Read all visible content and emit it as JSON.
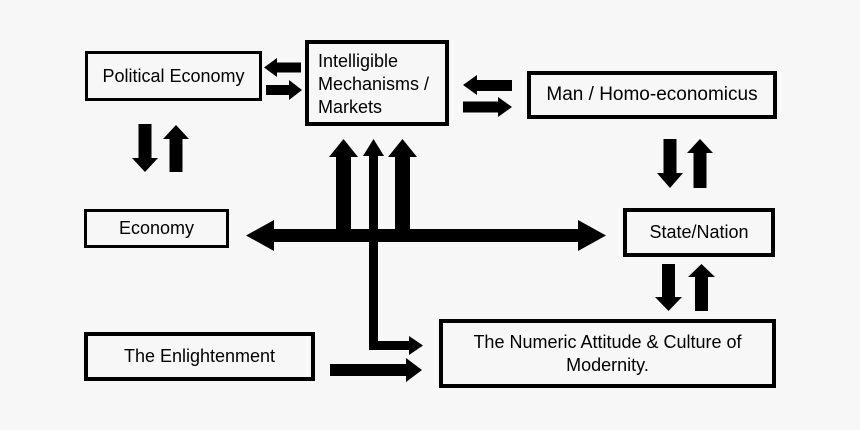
{
  "colors": {
    "background": "#f7f7f7",
    "ink": "#000000"
  },
  "nodes": {
    "political_economy": {
      "label": "Political Economy"
    },
    "intelligible_mechanisms": {
      "label": "Intelligible Mechanisms / Markets"
    },
    "man_homo_economicus": {
      "label": "Man / Homo-economicus"
    },
    "economy": {
      "label": "Economy"
    },
    "state_nation": {
      "label": "State/Nation"
    },
    "enlightenment": {
      "label": "The Enlightenment"
    },
    "numeric_attitude": {
      "label": "The Numeric Attitude & Culture of Modernity."
    }
  },
  "edges": [
    {
      "from": "Intelligible Mechanisms / Markets",
      "to": "Political Economy",
      "style": "arrow-left"
    },
    {
      "from": "Political Economy",
      "to": "Intelligible Mechanisms / Markets",
      "style": "arrow-right"
    },
    {
      "from": "Man / Homo-economicus",
      "to": "Intelligible Mechanisms / Markets",
      "style": "arrow-left"
    },
    {
      "from": "Intelligible Mechanisms / Markets",
      "to": "Man / Homo-economicus",
      "style": "arrow-right"
    },
    {
      "from": "Political Economy",
      "to": "Economy",
      "style": "arrow-down"
    },
    {
      "from": "Economy",
      "to": "Political Economy",
      "style": "arrow-up"
    },
    {
      "from": "Man / Homo-economicus",
      "to": "State/Nation",
      "style": "arrow-down"
    },
    {
      "from": "State/Nation",
      "to": "Man / Homo-economicus",
      "style": "arrow-up"
    },
    {
      "from": "Economy",
      "to": "State/Nation",
      "style": "thick-double-headed-horizontal"
    },
    {
      "from": "Economy-State axis",
      "to": "Intelligible Mechanisms / Markets",
      "style": "two-thick-arrows-up"
    },
    {
      "from": "Intelligible Mechanisms / Markets",
      "to": "The Numeric Attitude & Culture of Modernity.",
      "style": "thin-bent-double-headed"
    },
    {
      "from": "State/Nation",
      "to": "The Numeric Attitude & Culture of Modernity.",
      "style": "arrow-down"
    },
    {
      "from": "The Numeric Attitude & Culture of Modernity.",
      "to": "State/Nation",
      "style": "arrow-up"
    },
    {
      "from": "The Enlightenment",
      "to": "The Numeric Attitude & Culture of Modernity.",
      "style": "thick-arrow-right"
    }
  ]
}
